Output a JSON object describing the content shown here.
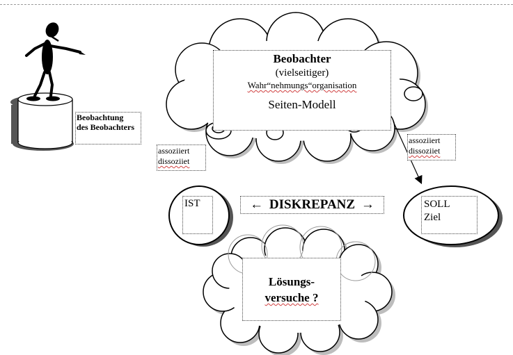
{
  "observer_box": {
    "title": "Beobachter",
    "subtitle": "(vielseitiger)",
    "perception": "Wahr“nehmungs“organisation",
    "model": "Seiten-Modell"
  },
  "observation_label": {
    "line1": "Beobachtung",
    "line2": "des Beobachters"
  },
  "assoc_left": {
    "line1": "assoziiert",
    "line2": "dissoziiet"
  },
  "assoc_right": {
    "line1": "assoziiert",
    "line2": "dissoziiet"
  },
  "ist_label": "IST",
  "discrepancy": {
    "left_arrow": "←",
    "text": "DISKREPANZ",
    "right_arrow": "→"
  },
  "soll_box": {
    "line1": "SOLL",
    "line2": "Ziel"
  },
  "solution_box": {
    "line1": "Lösungs-",
    "line2": "versuche ?"
  },
  "icons": [
    "stick-figure-pointing-icon",
    "pedestal-cylinder-icon",
    "thought-cloud-icon",
    "arrow-icon"
  ]
}
